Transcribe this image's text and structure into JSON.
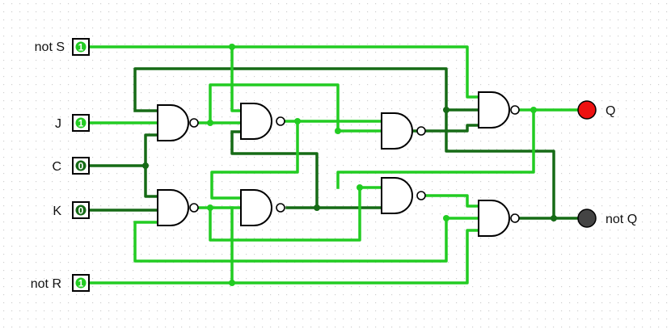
{
  "circuit": {
    "type": "JK master-slave flip-flop with asynchronous inputs (NAND gates)",
    "inputs": [
      {
        "id": "notS",
        "label": "not S",
        "value": "1"
      },
      {
        "id": "J",
        "label": "J",
        "value": "1"
      },
      {
        "id": "C",
        "label": "C",
        "value": "0"
      },
      {
        "id": "K",
        "label": "K",
        "value": "0"
      },
      {
        "id": "notR",
        "label": "not R",
        "value": "1"
      }
    ],
    "outputs": [
      {
        "id": "Q",
        "label": "Q",
        "state": "high",
        "color": "#ee1111"
      },
      {
        "id": "notQ",
        "label": "not Q",
        "state": "low",
        "color": "#444444"
      }
    ],
    "gate_type": "NAND",
    "gate_count": 8
  },
  "colors": {
    "wire_high": "#22cc22",
    "wire_low": "#166b16",
    "background": "#ffffff",
    "grid_dot": "#cfcfcf"
  }
}
